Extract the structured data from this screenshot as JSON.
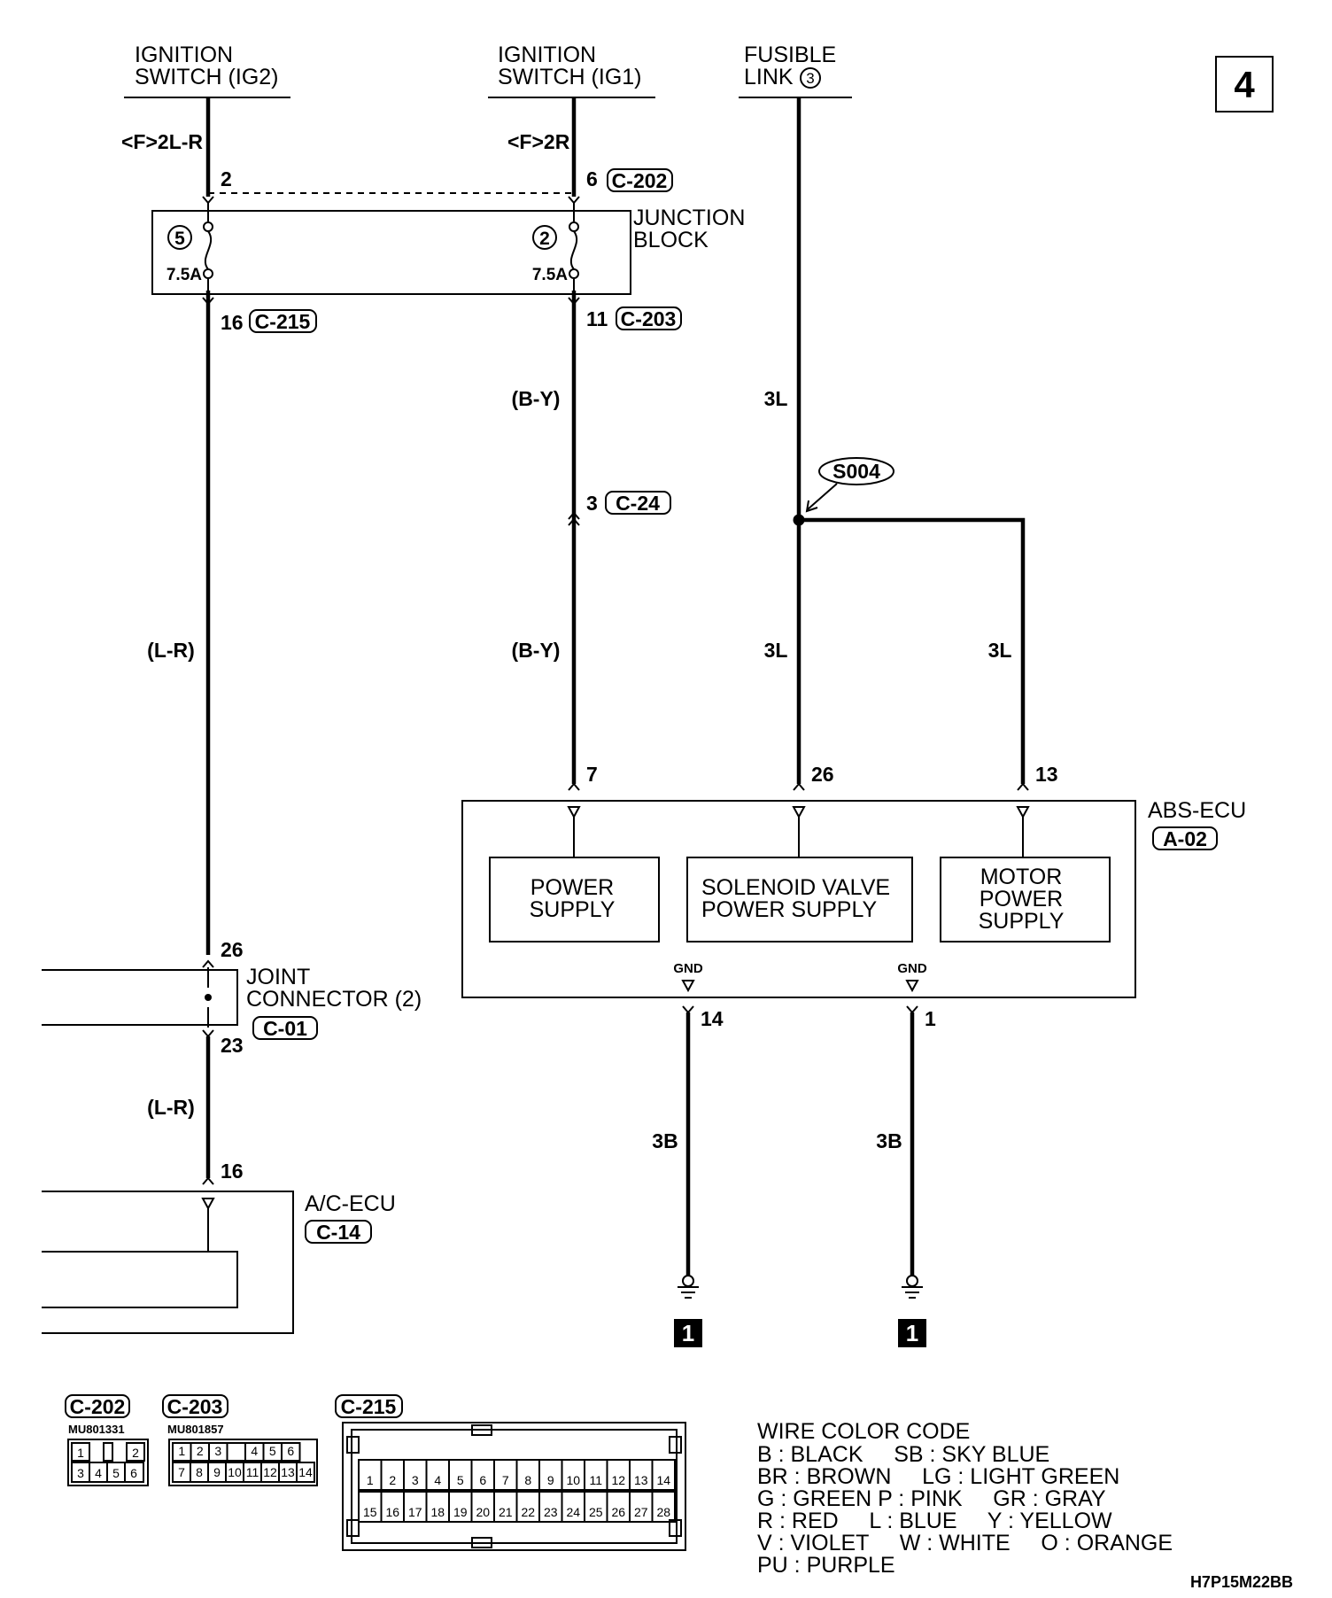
{
  "page_number": "4",
  "doc_code": "H7P15M22BB",
  "sources": {
    "ig2": {
      "line1": "IGNITION",
      "line2": "SWITCH (IG2)",
      "wire": "<F>2L-R"
    },
    "ig1": {
      "line1": "IGNITION",
      "line2": "SWITCH (IG1)",
      "wire": "<F>2R"
    },
    "fusible": {
      "line1": "FUSIBLE",
      "line2": "LINK",
      "num": "3"
    }
  },
  "junction_block": {
    "line1": "JUNCTION",
    "line2": "BLOCK",
    "fuse_left": {
      "num": "5",
      "rating": "7.5A",
      "pin_in": "2",
      "pin_out": "16",
      "conn_out": "C-215"
    },
    "fuse_right": {
      "num": "2",
      "rating": "7.5A",
      "pin_in": "6",
      "conn_in": "C-202",
      "pin_out": "11",
      "conn_out": "C-203"
    }
  },
  "wires": {
    "lr_1": "(L-R)",
    "lr_2": "(L-R)",
    "by_1": "(B-Y)",
    "by_2": "(B-Y)",
    "l3_1": "3L",
    "l3_2": "3L",
    "l3_3": "3L",
    "b3_1": "3B",
    "b3_2": "3B"
  },
  "c24": {
    "pin": "3",
    "conn": "C-24"
  },
  "splice": "S004",
  "abs_ecu": {
    "name": "ABS-ECU",
    "conn": "A-02",
    "pins": {
      "power": "7",
      "solenoid": "26",
      "motor": "13",
      "gnd1": "14",
      "gnd2": "1"
    },
    "gnd": "GND",
    "power_supply": {
      "line1": "POWER",
      "line2": "SUPPLY"
    },
    "solenoid_supply": {
      "line1": "SOLENOID VALVE",
      "line2": "POWER SUPPLY"
    },
    "motor_supply": {
      "line1": "MOTOR",
      "line2": "POWER",
      "line3": "SUPPLY"
    },
    "ground_ref": "1"
  },
  "joint_connector": {
    "line1": "JOINT",
    "line2": "CONNECTOR (2)",
    "conn": "C-01",
    "pin_in": "26",
    "pin_out": "23"
  },
  "ac_ecu": {
    "name": "A/C-ECU",
    "conn": "C-14",
    "pin": "16"
  },
  "connectors": {
    "c202": {
      "name": "C-202",
      "part": "MU801331",
      "row1": [
        "1",
        "",
        "2"
      ],
      "row2": [
        "3",
        "4",
        "5",
        "6"
      ]
    },
    "c203": {
      "name": "C-203",
      "part": "MU801857",
      "row1": [
        "1",
        "2",
        "3",
        "",
        "4",
        "5",
        "6"
      ],
      "row2": [
        "7",
        "8",
        "9",
        "10",
        "11",
        "12",
        "13",
        "14"
      ]
    },
    "c215": {
      "name": "C-215",
      "row1": [
        "1",
        "2",
        "3",
        "4",
        "5",
        "6",
        "7",
        "8",
        "9",
        "10",
        "11",
        "12",
        "13",
        "14"
      ],
      "row2": [
        "15",
        "16",
        "17",
        "18",
        "19",
        "20",
        "21",
        "22",
        "23",
        "24",
        "25",
        "26",
        "27",
        "28"
      ]
    }
  },
  "color_code": {
    "title": "WIRE COLOR CODE",
    "lines": [
      "B : BLACK     SB : SKY BLUE",
      "BR : BROWN     LG : LIGHT GREEN",
      "G : GREEN P : PINK     GR : GRAY",
      "R : RED     L : BLUE     Y : YELLOW",
      "V : VIOLET     W : WHITE     O : ORANGE",
      "PU : PURPLE"
    ]
  }
}
